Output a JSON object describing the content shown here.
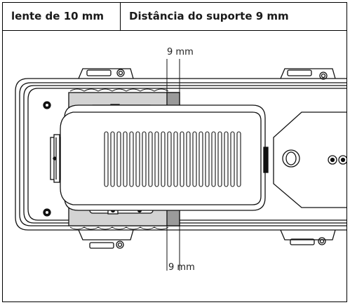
{
  "header": {
    "lens_label": "lente de 10 mm",
    "distance_label": "Distância do suporte 9 mm"
  },
  "dimensions": {
    "top_label": "9 mm",
    "bottom_label": "9 mm"
  }
}
